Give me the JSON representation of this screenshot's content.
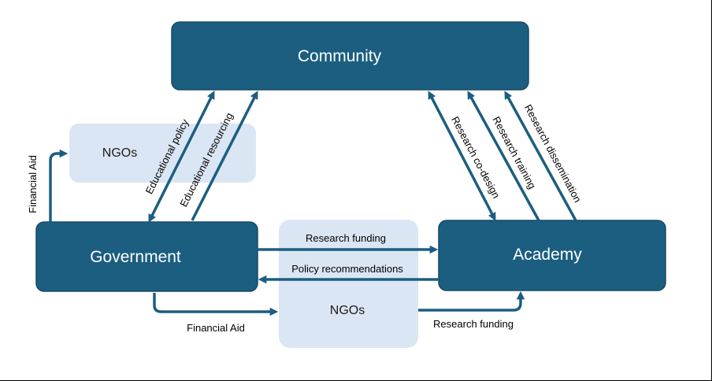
{
  "nodes": {
    "community": "Community",
    "government": "Government",
    "academy": "Academy",
    "ngos_top": "NGOs",
    "ngos_bottom": "NGOs"
  },
  "edges": {
    "financial_aid_left": "Financial Aid",
    "educational_policy": "Educational policy",
    "educational_resourcing": "Educational resourcing",
    "research_co_design": "Research co-design",
    "research_training": "Research training",
    "research_dissemination": "Research dissemination",
    "research_funding_top": "Research funding",
    "policy_recommendations": "Policy recommendations",
    "financial_aid_bottom": "Financial Aid",
    "research_funding_bottom": "Research funding"
  },
  "colors": {
    "node_fill": "#1b5e80",
    "node_border": "#174a66",
    "ngo_fill": "#dbe6f4",
    "arrow": "#1b5e80"
  }
}
